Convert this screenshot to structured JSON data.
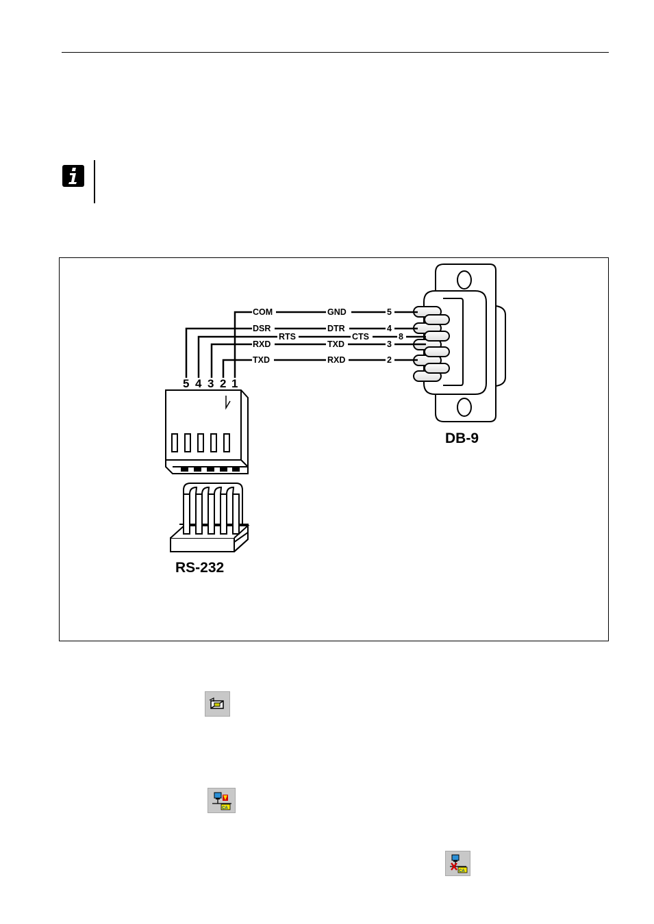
{
  "diagram": {
    "db9_title": "DB-9",
    "rs232_title": "RS-232",
    "header_pins": [
      "5",
      "4",
      "3",
      "2",
      "1"
    ],
    "wires": [
      {
        "module": "COM",
        "db9": "GND",
        "pin": "5"
      },
      {
        "module": "DSR",
        "db9": "DTR",
        "pin": "4"
      },
      {
        "module": "RTS",
        "db9": "CTS",
        "pin": "8"
      },
      {
        "module": "RXD",
        "db9": "TXD",
        "pin": "3"
      },
      {
        "module": "TXD",
        "db9": "RXD",
        "pin": "2"
      }
    ]
  },
  "icons": {
    "note": "info-icon",
    "button1": "connection-settings-icon",
    "button2": "connect-icon",
    "button3": "disconnect-icon"
  }
}
